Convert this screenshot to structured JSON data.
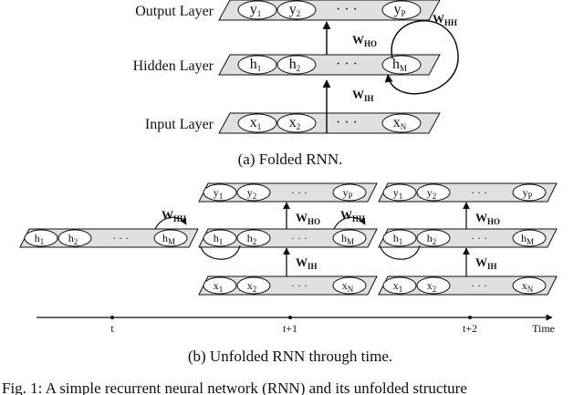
{
  "folded": {
    "layers": [
      {
        "label": "Output Layer",
        "units": [
          {
            "b": "y",
            "s": "1"
          },
          {
            "b": "y",
            "s": "2"
          },
          {
            "b": "y",
            "s": "P"
          }
        ]
      },
      {
        "label": "Hidden Layer",
        "units": [
          {
            "b": "h",
            "s": "1"
          },
          {
            "b": "h",
            "s": "2"
          },
          {
            "b": "h",
            "s": "M"
          }
        ]
      },
      {
        "label": "Input Layer",
        "units": [
          {
            "b": "x",
            "s": "1"
          },
          {
            "b": "x",
            "s": "2"
          },
          {
            "b": "x",
            "s": "N"
          }
        ]
      }
    ],
    "weights": {
      "ho": {
        "b": "W",
        "s": "HO"
      },
      "ih": {
        "b": "W",
        "s": "IH"
      },
      "hh": {
        "b": "W",
        "s": "HH"
      }
    },
    "caption": "(a) Folded RNN."
  },
  "unfolded": {
    "ellipsis": "· · ·",
    "time_ticks": [
      "t",
      "t+1",
      "t+2"
    ],
    "time_label": "Time",
    "caption": "(b) Unfolded RNN through time."
  },
  "figure_caption": "Fig. 1: A simple recurrent neural network (RNN) and its unfolded structure"
}
